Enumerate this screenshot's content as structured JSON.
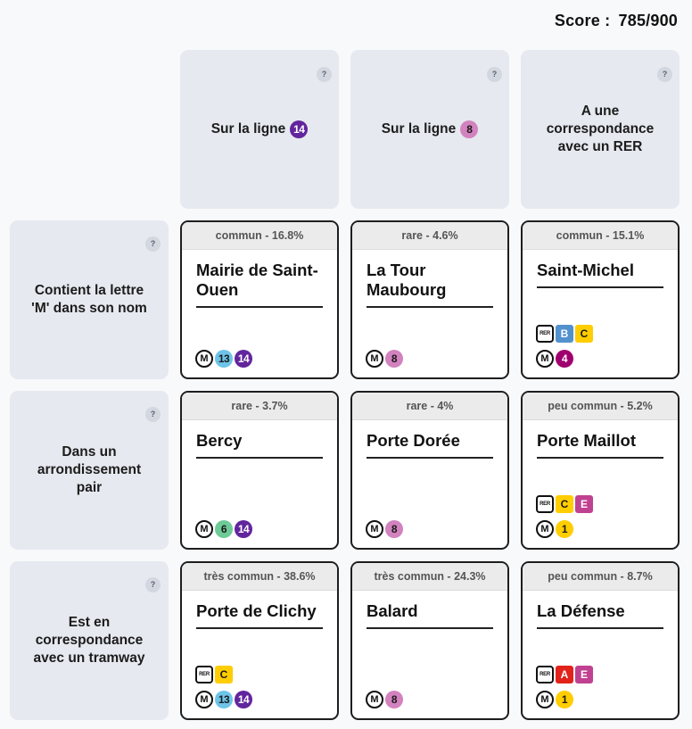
{
  "score": {
    "label": "Score :",
    "value": "785/900"
  },
  "help_glyph": "?",
  "colors": {
    "line_14": "#62259d",
    "line_8": "#d282be",
    "line_13": "#6ec4e8",
    "line_6": "#6eca97",
    "line_4": "#a0006e",
    "line_1": "#ffcd00",
    "rer_A": "#e2231a",
    "rer_B": "#5291ce",
    "rer_C": "#ffcd00",
    "rer_E": "#c04191"
  },
  "columns": [
    {
      "text": "Sur la ligne",
      "line": {
        "label": "14",
        "color": "#62259d",
        "text_color": "#ffffff"
      }
    },
    {
      "text": "Sur la ligne",
      "line": {
        "label": "8",
        "color": "#d282be",
        "text_color": "#1a1a1a"
      }
    },
    {
      "text": "A une correspondance avec un RER"
    }
  ],
  "rows": [
    {
      "text": "Contient la lettre 'M' dans son nom"
    },
    {
      "text": "Dans un arrondissement pair"
    },
    {
      "text": "Est en correspondance avec un tramway"
    }
  ],
  "cells": [
    [
      {
        "rarity": "commun - 16.8%",
        "station": "Mairie de Saint-Ouen",
        "rer": [],
        "metro": [
          {
            "label": "13",
            "color": "#6ec4e8",
            "text_color": "#1a1a1a"
          },
          {
            "label": "14",
            "color": "#62259d",
            "text_color": "#ffffff"
          }
        ]
      },
      {
        "rarity": "rare - 4.6%",
        "station": "La Tour Maubourg",
        "rer": [],
        "metro": [
          {
            "label": "8",
            "color": "#d282be",
            "text_color": "#1a1a1a"
          }
        ]
      },
      {
        "rarity": "commun - 15.1%",
        "station": "Saint-Michel",
        "rer": [
          {
            "label": "B",
            "color": "#5291ce",
            "text_color": "#ffffff"
          },
          {
            "label": "C",
            "color": "#ffcd00",
            "text_color": "#1a1a1a"
          }
        ],
        "metro": [
          {
            "label": "4",
            "color": "#a0006e",
            "text_color": "#ffffff"
          }
        ]
      }
    ],
    [
      {
        "rarity": "rare - 3.7%",
        "station": "Bercy",
        "rer": [],
        "metro": [
          {
            "label": "6",
            "color": "#6eca97",
            "text_color": "#1a1a1a"
          },
          {
            "label": "14",
            "color": "#62259d",
            "text_color": "#ffffff"
          }
        ]
      },
      {
        "rarity": "rare - 4%",
        "station": "Porte Dorée",
        "rer": [],
        "metro": [
          {
            "label": "8",
            "color": "#d282be",
            "text_color": "#1a1a1a"
          }
        ]
      },
      {
        "rarity": "peu commun - 5.2%",
        "station": "Porte Maillot",
        "rer": [
          {
            "label": "C",
            "color": "#ffcd00",
            "text_color": "#1a1a1a"
          },
          {
            "label": "E",
            "color": "#c04191",
            "text_color": "#ffffff"
          }
        ],
        "metro": [
          {
            "label": "1",
            "color": "#ffcd00",
            "text_color": "#1a1a1a"
          }
        ]
      }
    ],
    [
      {
        "rarity": "très commun - 38.6%",
        "station": "Porte de Clichy",
        "rer": [
          {
            "label": "C",
            "color": "#ffcd00",
            "text_color": "#1a1a1a"
          }
        ],
        "metro": [
          {
            "label": "13",
            "color": "#6ec4e8",
            "text_color": "#1a1a1a"
          },
          {
            "label": "14",
            "color": "#62259d",
            "text_color": "#ffffff"
          }
        ]
      },
      {
        "rarity": "très commun - 24.3%",
        "station": "Balard",
        "rer": [],
        "metro": [
          {
            "label": "8",
            "color": "#d282be",
            "text_color": "#1a1a1a"
          }
        ]
      },
      {
        "rarity": "peu commun - 8.7%",
        "station": "La Défense",
        "rer": [
          {
            "label": "A",
            "color": "#e2231a",
            "text_color": "#ffffff"
          },
          {
            "label": "E",
            "color": "#c04191",
            "text_color": "#ffffff"
          }
        ],
        "metro": [
          {
            "label": "1",
            "color": "#ffcd00",
            "text_color": "#1a1a1a"
          }
        ]
      }
    ]
  ],
  "icons": {
    "metro": "M",
    "rer": "RER"
  }
}
